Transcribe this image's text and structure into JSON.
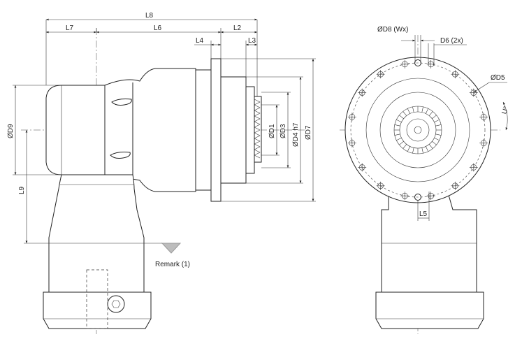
{
  "dimensions": {
    "L8": "L8",
    "L7": "L7",
    "L6": "L6",
    "L2": "L2",
    "L4": "L4",
    "L3": "L3",
    "D1": "ØD1",
    "D3": "ØD3",
    "D4": "ØD4 h7",
    "D7": "ØD7",
    "D9": "ØD9",
    "L9": "L9",
    "D8": "ØD8 (Wx)",
    "D6": "D6 (2x)",
    "D5": "ØD5",
    "L5": "L5",
    "U": "U°"
  },
  "remark": "Remark (1)"
}
